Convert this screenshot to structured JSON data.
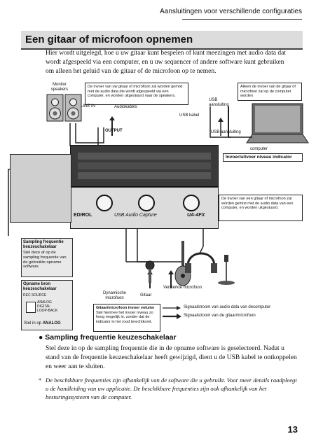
{
  "header": {
    "running_title": "Aansluitingen voor verschillende configuraties"
  },
  "section": {
    "title": "Een gitaar of microfoon opnemen",
    "intro": "Hier wordt uitgelegd, hoe u uw gitaar kunt bespelen of kunt meezingen met audio data dat wordt afgespeeld via een computer, en u uw sequencer of andere software kunt gebruiken om alleen het geluid van de gitaar of de microfoon op te nemen."
  },
  "diagram": {
    "monitor_speakers": "Monitor\nspeakers",
    "note_mixed": "De invoer van uw gitaar of microfoon zal worden gemixt met de audio data die wordt afgespeeld via een computer, en worden uitgestuurd naar de speakers.",
    "line_in": "LINE IN",
    "audio_cables": "Audiokabels",
    "usb_cable": "USB kabel",
    "usb_port": "USB\naansluiting",
    "note_only_input": "Alleen de invoer van de gitaar of microfoon zal op de computer worden",
    "output": "OUTPUT",
    "usb_port_2": "USB aansluiting",
    "computer": "computer",
    "level_indicator": "Invoer/uitvoer niveau indicator",
    "note_mixed_2": "De invoer van een gitaar of microfoon zal worden gemixt met de audio data van een computer, en worden uitgestuurd.",
    "device_brand": "EDIROL",
    "device_name": "USB Audio Capture",
    "device_model": "UA-4FX",
    "sampling_title": "Sampling frequentie keuzeschakelaar",
    "sampling_text": "Stel deze af op de sampling frequentie van de gebruikte opname software.",
    "rec_title": "Opname bron keuzeschakelaar",
    "rec_source": "REC SOURCE",
    "rec_options": [
      "ANALOG",
      "DIGITAL",
      "LOOP-BACK"
    ],
    "rec_set_prefix": "Stel in op ",
    "rec_set_value": "ANALOG",
    "dynamic_mic": "Dynamische\nmicrofoon",
    "guitar": "Gitaar",
    "amp_mic": "Versterkte microfoon",
    "vol_title": "Gitaar/microfoon invoer volume",
    "vol_text": "Stel hiermee het invoer niveau zo hoog mogelijk in, zonder dat de indicator in het rood terechtkomt.",
    "legend": [
      "Signaalstroom van audio data van decomputer",
      "Signaalstroom van de gitaar/microfoon"
    ]
  },
  "sampling_section": {
    "title": "Sampling frequentie keuzeschakelaar",
    "body": "Stel deze in op de sampling frequentie die in de opname software is geselecteerd. Nadat u stand van de frequentie keuzeschakelaar heeft gewijzigd, dient u de USB kabel te ontkoppelen en weer aan te sluiten.",
    "footnote_mark": "*",
    "footnote": "De beschikbare frequenties zijn afhankelijk van de software die u gebruikt. Voor meer details raadpleegt u de handleiding van uw applicatie. De beschikbare frequenties zijn ook afhankelijk van het besturingssysteem van de computer."
  },
  "page_number": "13"
}
